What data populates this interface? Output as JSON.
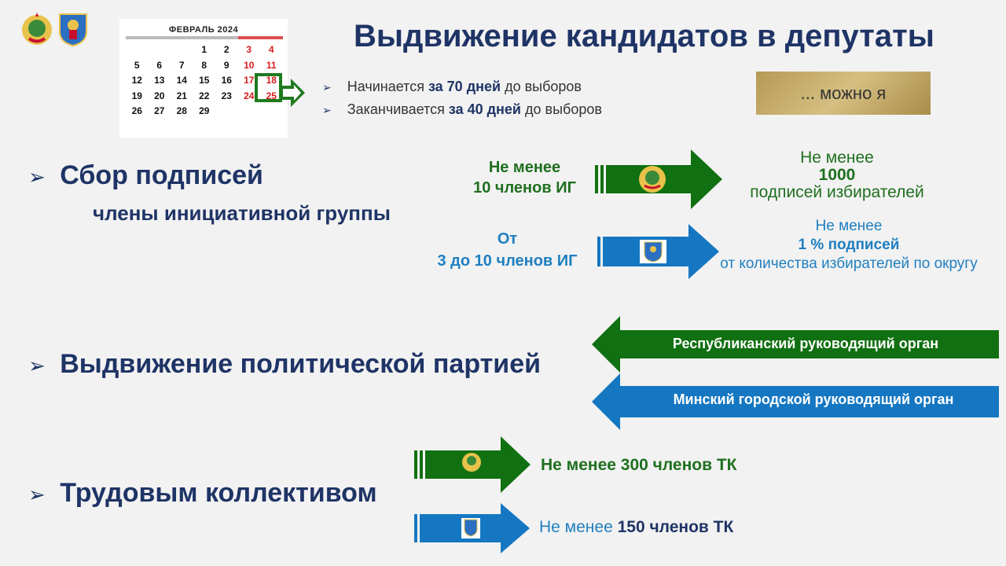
{
  "title": "Выдвижение кандидатов в депутаты",
  "calendar": {
    "title": "ФЕВРАЛЬ 2024",
    "rows": [
      [
        "",
        "",
        "",
        "1",
        "2",
        "3",
        "4"
      ],
      [
        "5",
        "6",
        "7",
        "8",
        "9",
        "10",
        "11"
      ],
      [
        "12",
        "13",
        "14",
        "15",
        "16",
        "17",
        "18"
      ],
      [
        "19",
        "20",
        "21",
        "22",
        "23",
        "24",
        "25"
      ],
      [
        "26",
        "27",
        "28",
        "29",
        "",
        "",
        ""
      ]
    ]
  },
  "timing": {
    "start_prefix": "Начинается ",
    "start_bold": "за 70 дней",
    "start_suffix": " до выборов",
    "end_prefix": "Заканчивается ",
    "end_bold": "за 40 дней",
    "end_suffix": " до выборов"
  },
  "badge": "... можно я",
  "signatures": {
    "heading": "Сбор подписей",
    "subheading": "члены инициативной группы",
    "republic_req_line1": "Не менее",
    "republic_req_line2": "10 членов ИГ",
    "republic_result_line1": "Не менее",
    "republic_result_line2": "1000",
    "republic_result_line3": "подписей избирателей",
    "minsk_req_line1": "От",
    "minsk_req_line2": "3 до 10  членов ИГ",
    "minsk_result_line1": "Не менее",
    "minsk_result_line2": "1 % подписей",
    "minsk_result_line3": "от количества избирателей по округу"
  },
  "party": {
    "heading": "Выдвижение политической партией",
    "republic_body": "Республиканский руководящий орган",
    "minsk_body": "Минский городской руководящий орган"
  },
  "labor": {
    "heading": "Трудовым коллективом",
    "republic": "Не менее 300 членов ТК",
    "minsk_prefix": "Не менее ",
    "minsk_bold": "150 членов ТК"
  },
  "colors": {
    "navy": "#1f3466",
    "green": "#117011",
    "blue": "#1577c2"
  }
}
